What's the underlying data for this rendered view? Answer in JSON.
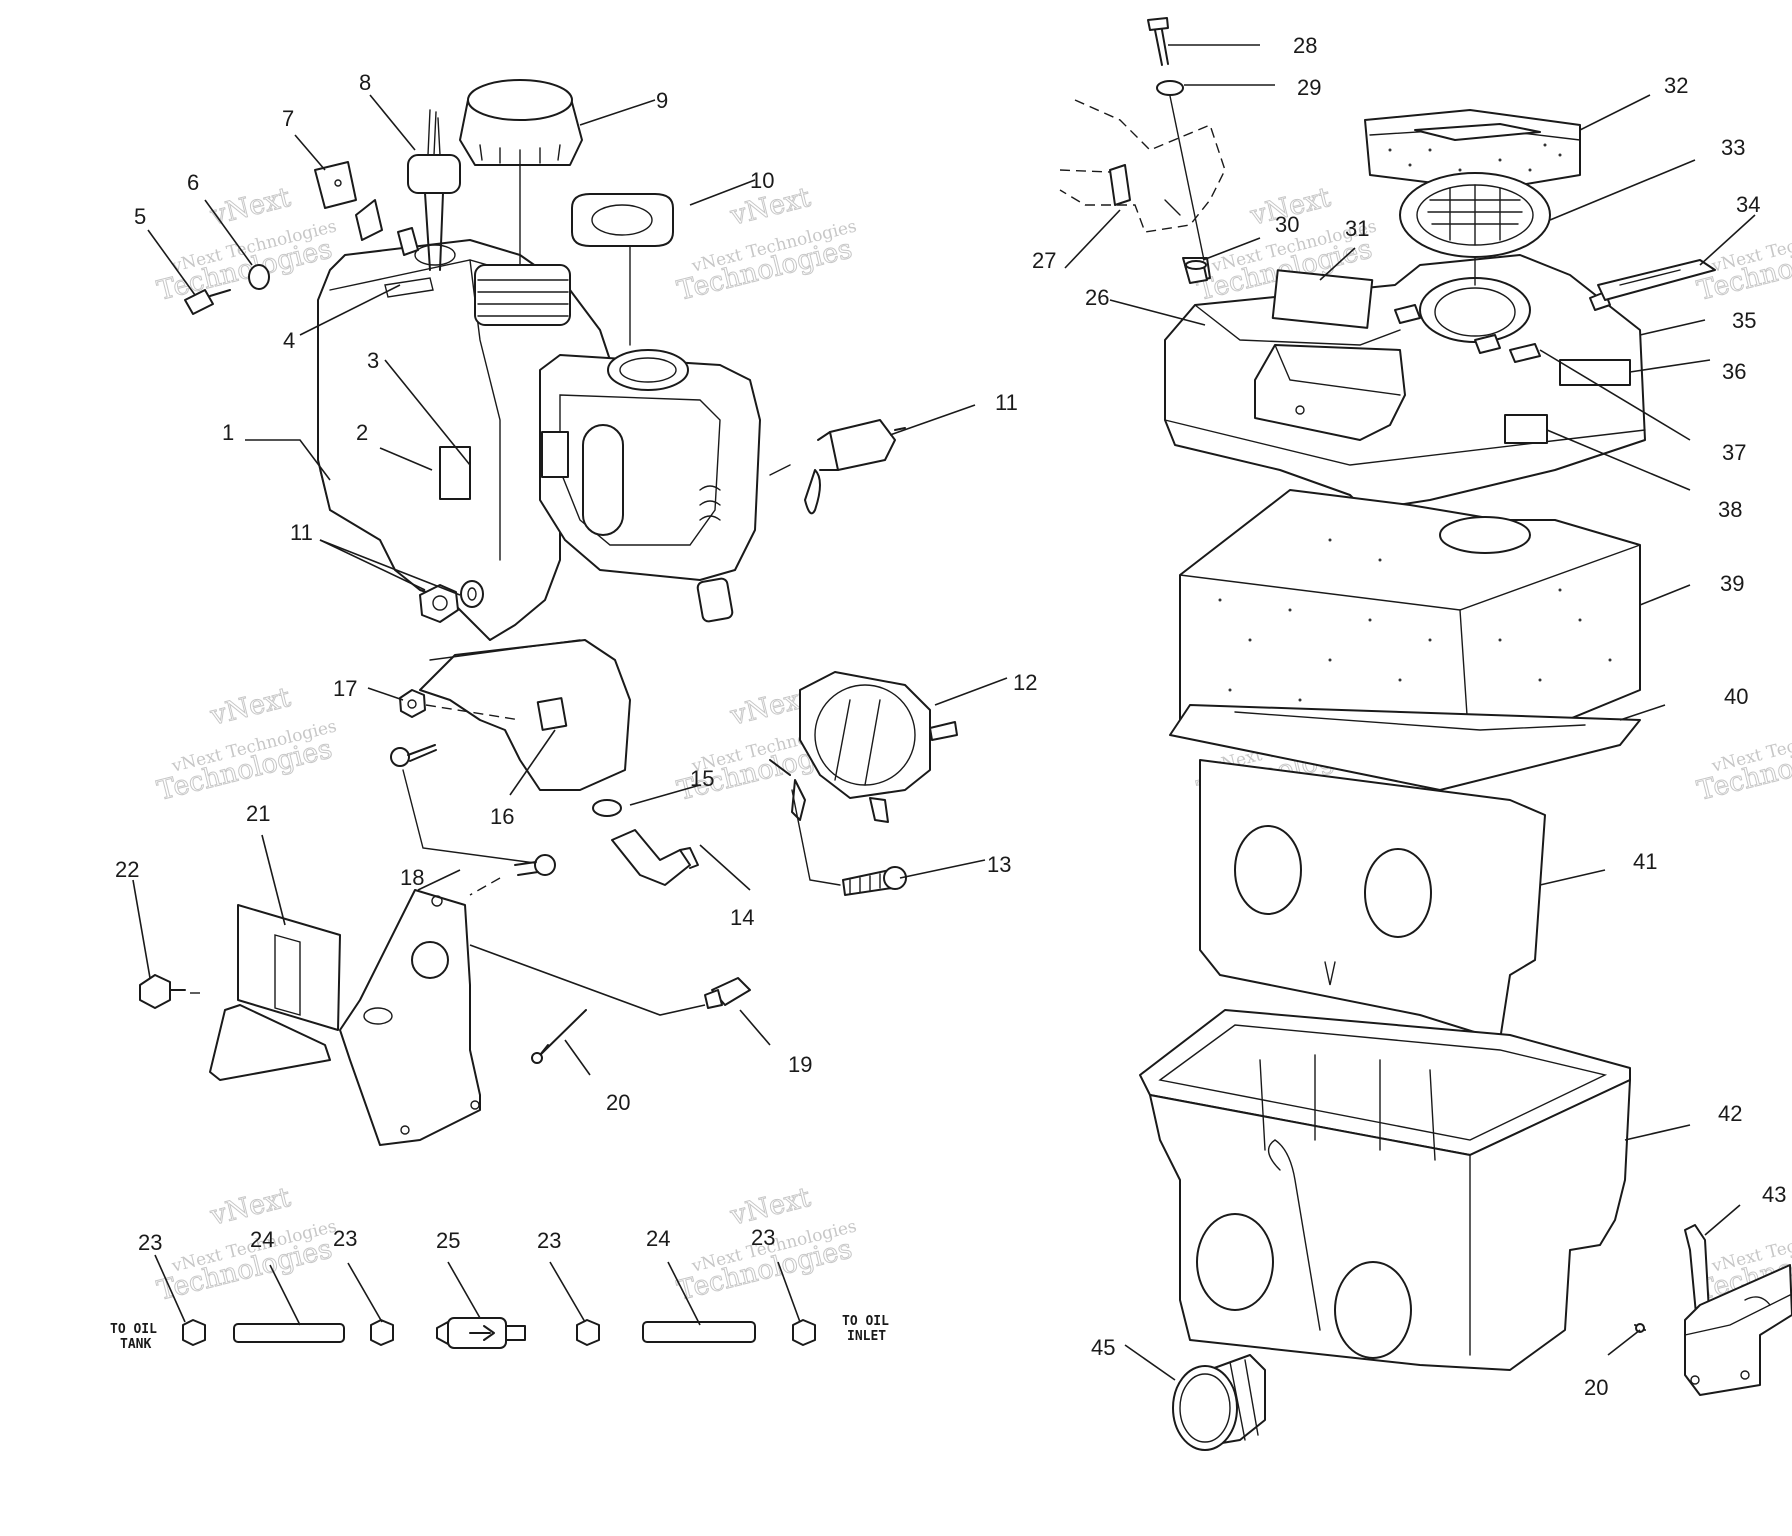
{
  "callouts": [
    {
      "text": "1"
    },
    {
      "text": "2"
    },
    {
      "text": "3"
    },
    {
      "text": "4"
    },
    {
      "text": "5"
    },
    {
      "text": "6"
    },
    {
      "text": "7"
    },
    {
      "text": "8"
    },
    {
      "text": "9"
    },
    {
      "text": "10"
    },
    {
      "text": "11"
    },
    {
      "text": "11"
    },
    {
      "text": "12"
    },
    {
      "text": "13"
    },
    {
      "text": "14"
    },
    {
      "text": "15"
    },
    {
      "text": "16"
    },
    {
      "text": "17"
    },
    {
      "text": "18"
    },
    {
      "text": "19"
    },
    {
      "text": "20"
    },
    {
      "text": "21"
    },
    {
      "text": "22"
    },
    {
      "text": "23"
    },
    {
      "text": "24"
    },
    {
      "text": "23"
    },
    {
      "text": "25"
    },
    {
      "text": "23"
    },
    {
      "text": "24"
    },
    {
      "text": "23"
    },
    {
      "text": "26"
    },
    {
      "text": "27"
    },
    {
      "text": "28"
    },
    {
      "text": "29"
    },
    {
      "text": "30"
    },
    {
      "text": "31"
    },
    {
      "text": "32"
    },
    {
      "text": "33"
    },
    {
      "text": "34"
    },
    {
      "text": "35"
    },
    {
      "text": "36"
    },
    {
      "text": "37"
    },
    {
      "text": "38"
    },
    {
      "text": "39"
    },
    {
      "text": "40"
    },
    {
      "text": "41"
    },
    {
      "text": "42"
    },
    {
      "text": "43"
    },
    {
      "text": "45"
    },
    {
      "text": "20"
    }
  ],
  "notes": {
    "to_oil_tank_line1": "TO OIL",
    "to_oil_tank_line2": "TANK",
    "to_oil_inlet_line1": "TO OIL",
    "to_oil_inlet_line2": "INLET"
  },
  "watermark": {
    "line1": "vNext Technologies",
    "line2": "Technologies",
    "mark": "vNext"
  }
}
